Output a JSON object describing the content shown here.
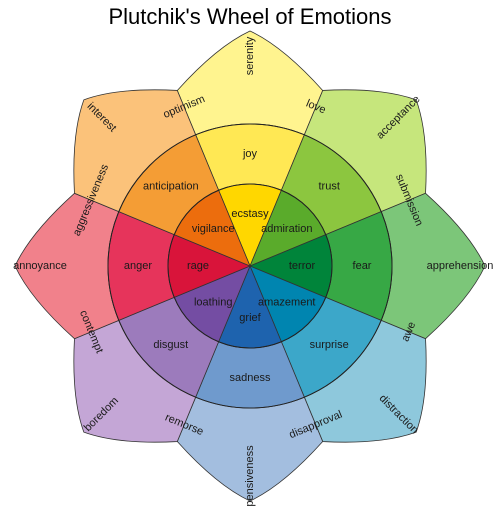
{
  "title": "Plutchik's Wheel of Emotions",
  "petals": [
    {
      "colors": [
        "#fff48f",
        "#ffe854",
        "#ffd700"
      ],
      "labels": [
        "serenity",
        "joy",
        "ecstasy"
      ]
    },
    {
      "colors": [
        "#c6e67c",
        "#8cc63f",
        "#5aab2b"
      ],
      "labels": [
        "acceptance",
        "trust",
        "admiration"
      ]
    },
    {
      "colors": [
        "#7cc679",
        "#37a845",
        "#00843a"
      ],
      "labels": [
        "apprehension",
        "fear",
        "terror"
      ]
    },
    {
      "colors": [
        "#8ec8dc",
        "#3ca7c9",
        "#0085b0"
      ],
      "labels": [
        "distraction",
        "surprise",
        "amazement"
      ]
    },
    {
      "colors": [
        "#a3bedf",
        "#6f9acd",
        "#1e63ae"
      ],
      "labels": [
        "pensiveness",
        "sadness",
        "grief"
      ]
    },
    {
      "colors": [
        "#c4a6d6",
        "#9c7bbc",
        "#744da3"
      ],
      "labels": [
        "boredom",
        "disgust",
        "loathing"
      ]
    },
    {
      "colors": [
        "#f1818b",
        "#e6345b",
        "#d9143a"
      ],
      "labels": [
        "annoyance",
        "anger",
        "rage"
      ]
    },
    {
      "colors": [
        "#fbc27a",
        "#f49d35",
        "#ec6d0d"
      ],
      "labels": [
        "interest",
        "anticipation",
        "vigilance"
      ]
    }
  ],
  "dyads": [
    "love",
    "submission",
    "awe",
    "disapproval",
    "remorse",
    "contempt",
    "aggressiveness",
    "optimism"
  ]
}
